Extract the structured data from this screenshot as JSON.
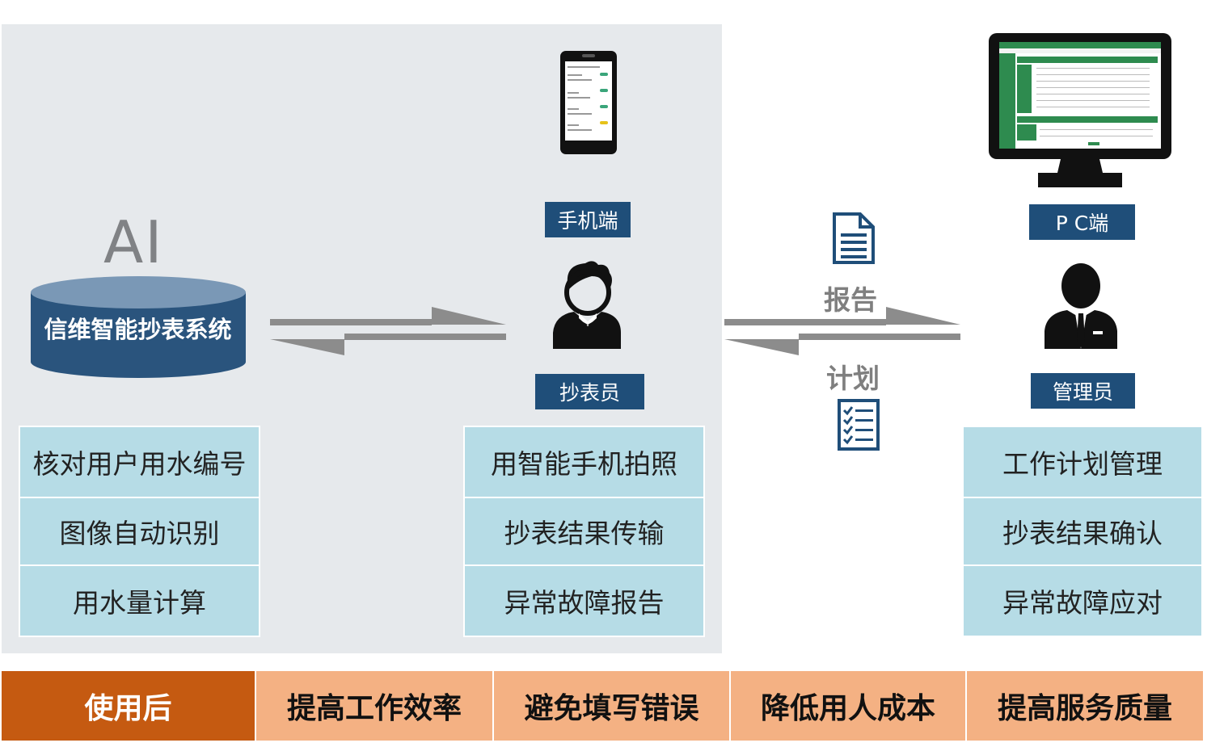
{
  "system": {
    "ai_label": "AI",
    "name": "信维智能抄表系统"
  },
  "system_functions": [
    "核对用户用水编号",
    "图像自动识别",
    "用水量计算"
  ],
  "reader": {
    "device_label": "手机端",
    "role_label": "抄表员",
    "functions": [
      "用智能手机拍照",
      "抄表结果传输",
      "异常故障报告"
    ]
  },
  "flow": {
    "report_label": "报告",
    "plan_label": "计划"
  },
  "admin": {
    "device_label": "P C端",
    "role_label": "管理员",
    "functions": [
      "工作计划管理",
      "抄表结果确认",
      "异常故障应对"
    ]
  },
  "benefits": {
    "title": "使用后",
    "items": [
      "提高工作效率",
      "避免填写错误",
      "降低用人成本",
      "提高服务质量"
    ]
  },
  "colors": {
    "panel_bg": "#e6e9ec",
    "navy": "#1f4e79",
    "cylinder": "#2a547d",
    "cylinder_top": "#7a98b6",
    "list_bg": "#b6dce6",
    "bottom_first": "#c55a11",
    "bottom_other": "#f4b183",
    "arrow_gray": "#8c8c8c",
    "phone_screen_accent": "#3aa57a",
    "pc_green": "#2e8b4f"
  },
  "icons": [
    "database-cylinder-icon",
    "smartphone-icon",
    "meter-reader-person-icon",
    "document-icon",
    "checklist-icon",
    "monitor-icon",
    "admin-person-icon",
    "double-arrow-icon"
  ]
}
